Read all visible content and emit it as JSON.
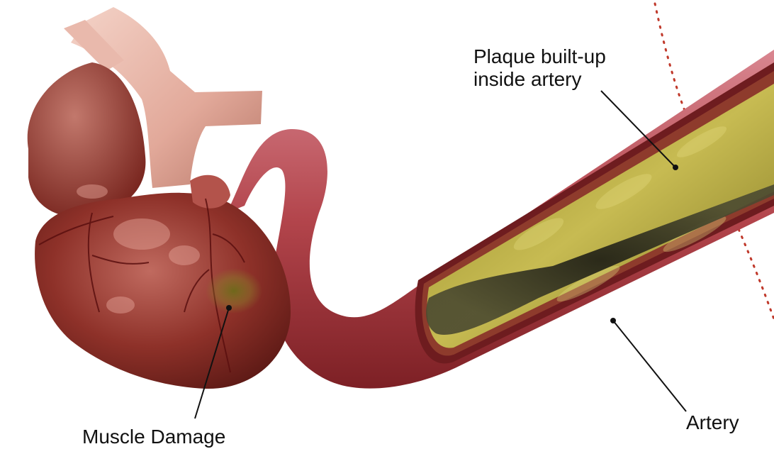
{
  "labels": {
    "plaque_line1": "Plaque built-up",
    "plaque_line2": "inside artery",
    "artery": "Artery",
    "muscle_damage": "Muscle Damage"
  },
  "colors": {
    "heart": "#8a2e28",
    "heart_light": "#b5554d",
    "aorta": "#e8b5a8",
    "artery_tube": "#b5444a",
    "artery_wall": "#7a1f22",
    "plaque": "#a89a2e",
    "plaque_light": "#cfc25a",
    "dotted_line": "#c0392b",
    "leader_line": "#111111"
  }
}
